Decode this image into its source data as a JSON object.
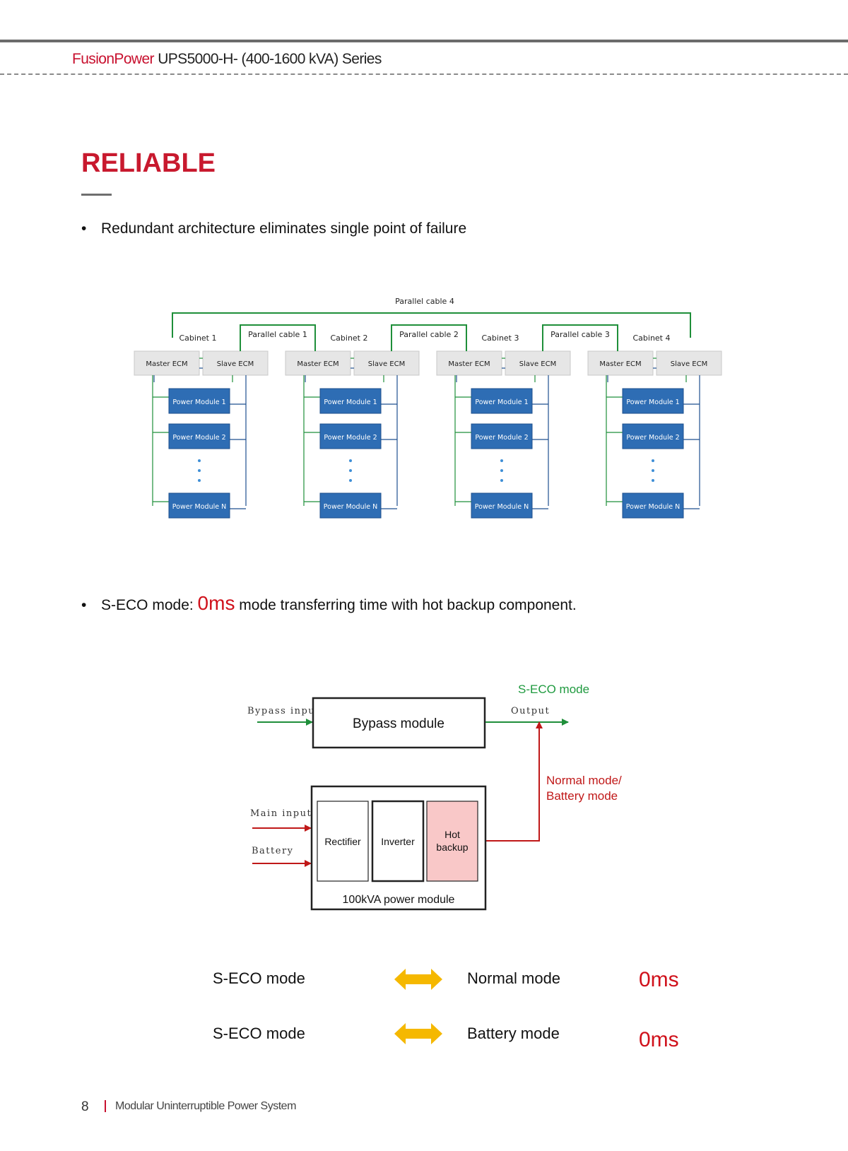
{
  "header": {
    "brand": "FusionPower",
    "model": " UPS5000-H- (400-1600 kVA) Series"
  },
  "section": {
    "title": "RELIABLE"
  },
  "bullets": {
    "b1": "Redundant architecture eliminates single point of  failure",
    "b2_prefix": "S-ECO mode: ",
    "b2_highlight": "0ms",
    "b2_suffix": " mode transferring time with hot backup component."
  },
  "parallel_diagram": {
    "top_cable": "Parallel cable 4",
    "cables": [
      "Parallel cable 1",
      "Parallel cable 2",
      "Parallel cable 3"
    ],
    "cabinets": [
      {
        "name": "Cabinet 1",
        "master": "Master ECM",
        "slave": "Slave ECM",
        "modules": [
          "Power Module 1",
          "Power Module 2",
          "Power Module N"
        ]
      },
      {
        "name": "Cabinet 2",
        "master": "Master ECM",
        "slave": "Slave ECM",
        "modules": [
          "Power Module 1",
          "Power Module 2",
          "Power Module N"
        ]
      },
      {
        "name": "Cabinet 3",
        "master": "Master ECM",
        "slave": "Slave ECM",
        "modules": [
          "Power Module 1",
          "Power Module 2",
          "Power Module N"
        ]
      },
      {
        "name": "Cabinet 4",
        "master": "Master ECM",
        "slave": "Slave ECM",
        "modules": [
          "Power Module 1",
          "Power Module 2",
          "Power Module N"
        ]
      }
    ]
  },
  "seco_diagram": {
    "seco_mode": "S-ECO mode",
    "bypass_input": "Bypass input",
    "bypass_module": "Bypass module",
    "output": "Output",
    "normal_mode": "Normal mode/",
    "battery_mode": "Battery mode",
    "main_input": "Main input",
    "battery": "Battery",
    "rectifier": "Rectifier",
    "inverter": "Inverter",
    "hot_backup_1": "Hot",
    "hot_backup_2": "backup",
    "power_module": "100kVA power module"
  },
  "comparison": [
    {
      "left": "S-ECO mode",
      "right": "Normal mode",
      "time": "0ms"
    },
    {
      "left": "S-ECO mode",
      "right": "Battery mode",
      "time": "0ms"
    }
  ],
  "footer": {
    "page": "8",
    "text": "Modular  Uninterruptible  Power System"
  },
  "colors": {
    "brand_red": "#c8102e",
    "module_blue": "#2e6db4",
    "wire_green": "#1f8f3a",
    "wire_blue": "#1f4f8f",
    "arrow_orange": "#f5b800",
    "hot_backup_fill": "#f9c8c8"
  }
}
